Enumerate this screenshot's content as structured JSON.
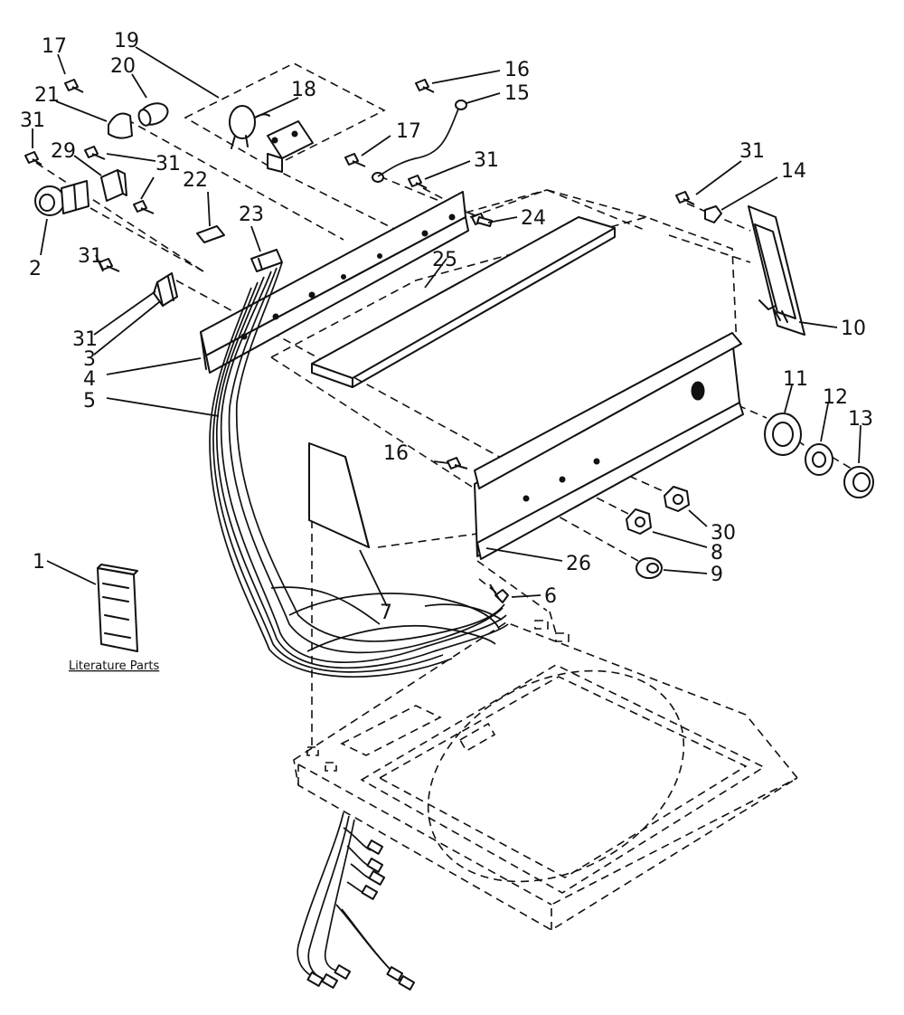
{
  "labels": {
    "n1": "1",
    "n2": "2",
    "n3": "3",
    "n4": "4",
    "n5": "5",
    "n6": "6",
    "n7": "7",
    "n8": "8",
    "n9": "9",
    "n10": "10",
    "n11": "11",
    "n12": "12",
    "n13": "13",
    "n14": "14",
    "n15": "15",
    "n16a": "16",
    "n16b": "16",
    "n17a": "17",
    "n17b": "17",
    "n18": "18",
    "n19": "19",
    "n20": "20",
    "n21": "21",
    "n22": "22",
    "n23": "23",
    "n24": "24",
    "n25": "25",
    "n26": "26",
    "n29": "29",
    "n30": "30",
    "n31a": "31",
    "n31b": "31",
    "n31c": "31",
    "n31d": "31",
    "n31e": "31",
    "n31f": "31"
  },
  "literature_caption": "Literature Parts"
}
